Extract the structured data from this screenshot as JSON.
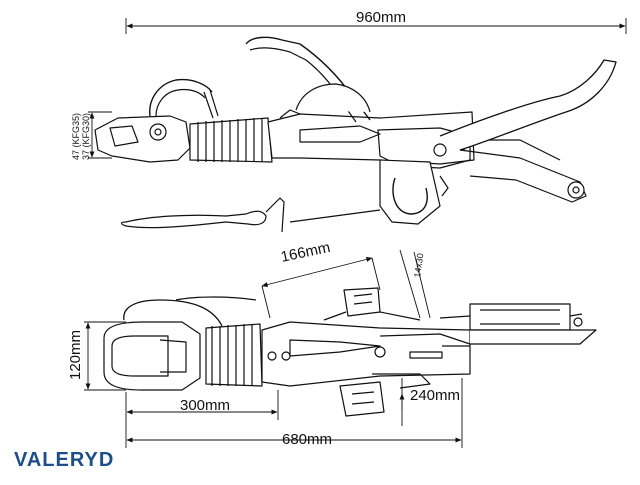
{
  "dimensions": {
    "overall_length": "960mm",
    "top_length": "166mm",
    "angle_note": "14x30",
    "height": "120mm",
    "coupling_offset": "300mm",
    "pivot_offset": "240mm",
    "bottom_length": "680mm",
    "side_note_1": "47 (KFG35)",
    "side_note_2": "37 (KFG30)"
  },
  "brand": {
    "name": "VALERYD",
    "color": "#1c4e8c"
  },
  "colors": {
    "line": "#111111",
    "paper": "#ffffff"
  }
}
